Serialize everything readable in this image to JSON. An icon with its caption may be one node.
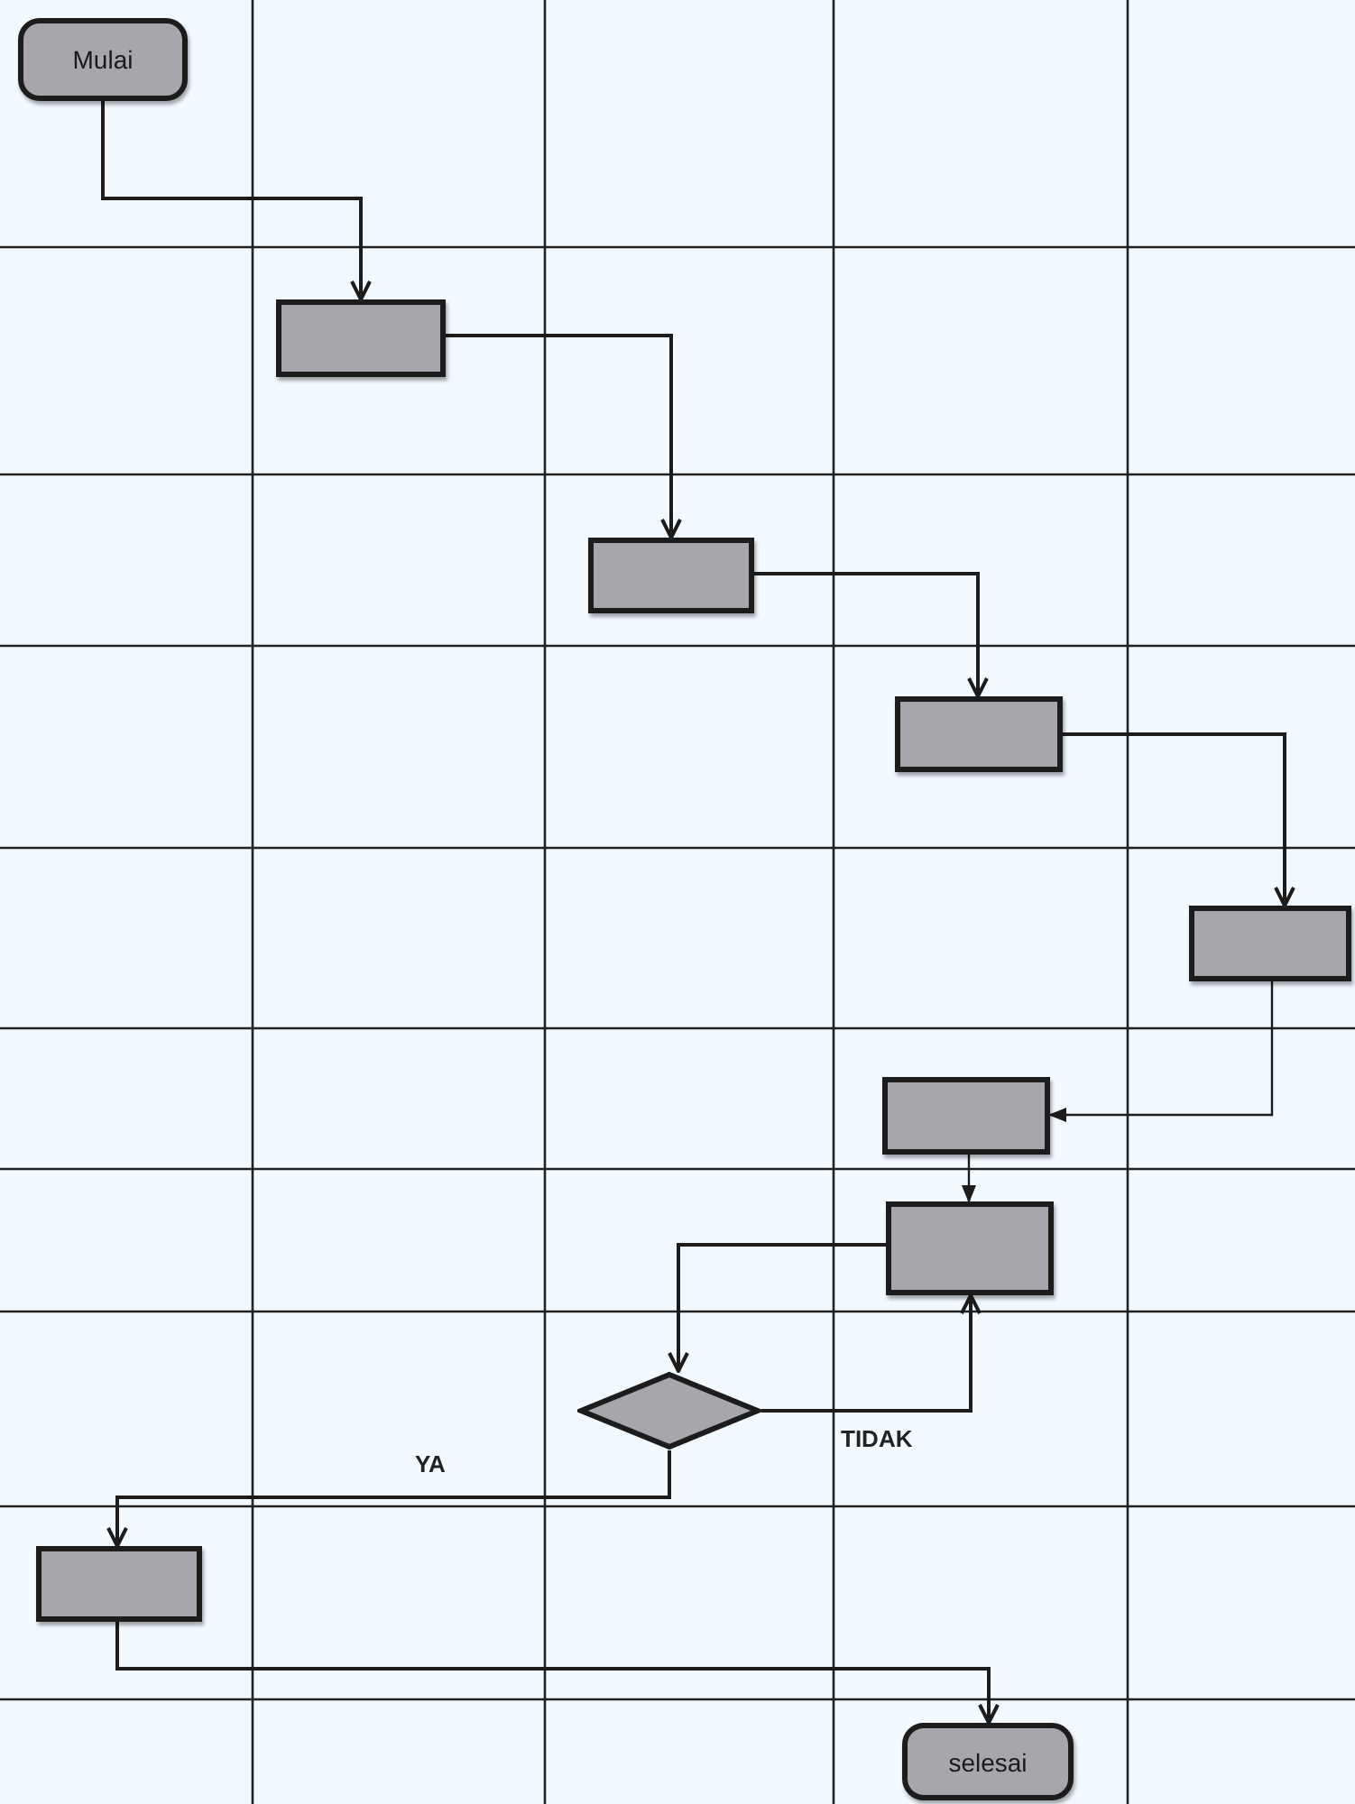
{
  "diagram": {
    "nodes": [
      {
        "text": [
          "Mulai"
        ]
      },
      {
        "text": [],
        "shape": "box"
      },
      {
        "text": [],
        "shape": "box"
      },
      {
        "text": [],
        "shape": "box"
      },
      {
        "text": [],
        "shape": "box"
      },
      {
        "text": [],
        "shape": "box"
      },
      {
        "text": [],
        "shape": "box"
      },
      {
        "text": [],
        "shape": "diamond"
      },
      {
        "text": [],
        "shape": "box"
      },
      {
        "text": [
          "selesai"
        ]
      }
    ],
    "edges": [
      {
        "from": 0,
        "to": 1,
        "arrow": "to"
      },
      {
        "from": 1,
        "to": 2,
        "arrow": "to"
      },
      {
        "from": 2,
        "to": 3,
        "arrow": "to"
      },
      {
        "from": 3,
        "to": 4,
        "arrow": "to"
      },
      {
        "from": 4,
        "to": 5,
        "arrow": "to"
      },
      {
        "from": 5,
        "to": 6,
        "arrow": "to"
      },
      {
        "from": 6,
        "to": 7,
        "arrow": "to"
      },
      {
        "from": 7,
        "to": 6,
        "arrow": "to",
        "label": "TIDAK"
      },
      {
        "from": 7,
        "to": 8,
        "arrow": "to",
        "label": "YA"
      },
      {
        "from": 8,
        "to": 9,
        "arrow": "to"
      }
    ]
  }
}
